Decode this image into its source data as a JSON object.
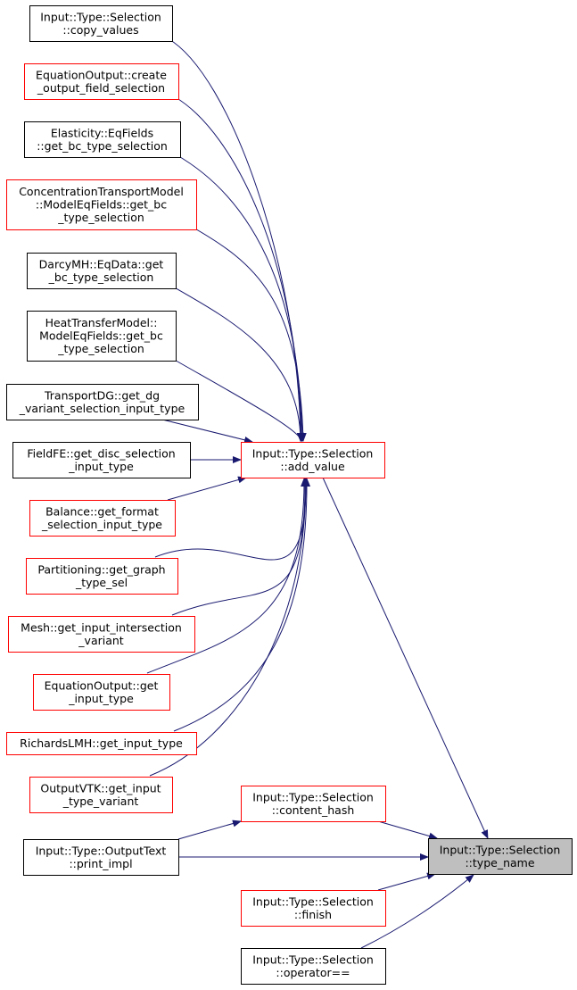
{
  "colors": {
    "edge": "#191970",
    "red_border": "#ff0000",
    "black_border": "#000000",
    "target_fill": "#bfbfbf"
  },
  "nodes": [
    {
      "id": "copy_values",
      "lines": [
        "Input::Type::Selection",
        "::copy_values"
      ],
      "border": "black"
    },
    {
      "id": "eo_create",
      "lines": [
        "EquationOutput::create",
        "_output_field_selection"
      ],
      "border": "red"
    },
    {
      "id": "elasticity",
      "lines": [
        "Elasticity::EqFields",
        "::get_bc_type_selection"
      ],
      "border": "black"
    },
    {
      "id": "concentration",
      "lines": [
        "ConcentrationTransportModel",
        "::ModelEqFields::get_bc",
        "_type_selection"
      ],
      "border": "red"
    },
    {
      "id": "darcy",
      "lines": [
        "DarcyMH::EqData::get",
        "_bc_type_selection"
      ],
      "border": "black"
    },
    {
      "id": "heat",
      "lines": [
        "HeatTransferModel::",
        "ModelEqFields::get_bc",
        "_type_selection"
      ],
      "border": "black"
    },
    {
      "id": "transportdg",
      "lines": [
        "TransportDG::get_dg",
        "_variant_selection_input_type"
      ],
      "border": "black"
    },
    {
      "id": "fieldfe",
      "lines": [
        "FieldFE::get_disc_selection",
        "_input_type"
      ],
      "border": "black"
    },
    {
      "id": "balance",
      "lines": [
        "Balance::get_format",
        "_selection_input_type"
      ],
      "border": "red"
    },
    {
      "id": "partitioning",
      "lines": [
        "Partitioning::get_graph",
        "_type_sel"
      ],
      "border": "red"
    },
    {
      "id": "mesh",
      "lines": [
        "Mesh::get_input_intersection",
        "_variant"
      ],
      "border": "red"
    },
    {
      "id": "eo_get",
      "lines": [
        "EquationOutput::get",
        "_input_type"
      ],
      "border": "red"
    },
    {
      "id": "richards",
      "lines": [
        "RichardsLMH::get_input_type"
      ],
      "border": "red"
    },
    {
      "id": "outputvtk",
      "lines": [
        "OutputVTK::get_input",
        "_type_variant"
      ],
      "border": "red"
    },
    {
      "id": "outputtext",
      "lines": [
        "Input::Type::OutputText",
        "::print_impl"
      ],
      "border": "black"
    },
    {
      "id": "add_value",
      "lines": [
        "Input::Type::Selection",
        "::add_value"
      ],
      "border": "red"
    },
    {
      "id": "content_hash",
      "lines": [
        "Input::Type::Selection",
        "::content_hash"
      ],
      "border": "red"
    },
    {
      "id": "type_name",
      "lines": [
        "Input::Type::Selection",
        "::type_name"
      ],
      "border": "black",
      "target": true
    },
    {
      "id": "finish",
      "lines": [
        "Input::Type::Selection",
        "::finish"
      ],
      "border": "red"
    },
    {
      "id": "operator_eq",
      "lines": [
        "Input::Type::Selection",
        "::operator=="
      ],
      "border": "black"
    }
  ],
  "edges": [
    [
      "copy_values",
      "add_value"
    ],
    [
      "eo_create",
      "add_value"
    ],
    [
      "elasticity",
      "add_value"
    ],
    [
      "concentration",
      "add_value"
    ],
    [
      "darcy",
      "add_value"
    ],
    [
      "heat",
      "add_value"
    ],
    [
      "transportdg",
      "add_value"
    ],
    [
      "fieldfe",
      "add_value"
    ],
    [
      "balance",
      "add_value"
    ],
    [
      "partitioning",
      "add_value"
    ],
    [
      "mesh",
      "add_value"
    ],
    [
      "eo_get",
      "add_value"
    ],
    [
      "richards",
      "add_value"
    ],
    [
      "outputvtk",
      "add_value"
    ],
    [
      "add_value",
      "type_name"
    ],
    [
      "outputtext",
      "content_hash"
    ],
    [
      "content_hash",
      "type_name"
    ],
    [
      "outputtext",
      "type_name"
    ],
    [
      "finish",
      "type_name"
    ],
    [
      "operator_eq",
      "type_name"
    ]
  ]
}
